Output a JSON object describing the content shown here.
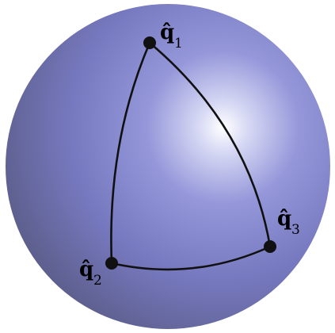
{
  "figure": {
    "colors": {
      "sphere_highlight": "#ffffff",
      "sphere_mid": "#7d7fc6",
      "sphere_edge": "#5b5d8c",
      "triangle_edges": "#111111",
      "vertex_dots": "#111111"
    },
    "vertices": [
      {
        "id": "q1",
        "letter": "q̂",
        "subscript": "1"
      },
      {
        "id": "q2",
        "letter": "q̂",
        "subscript": "2"
      },
      {
        "id": "q3",
        "letter": "q̂",
        "subscript": "3"
      }
    ]
  }
}
